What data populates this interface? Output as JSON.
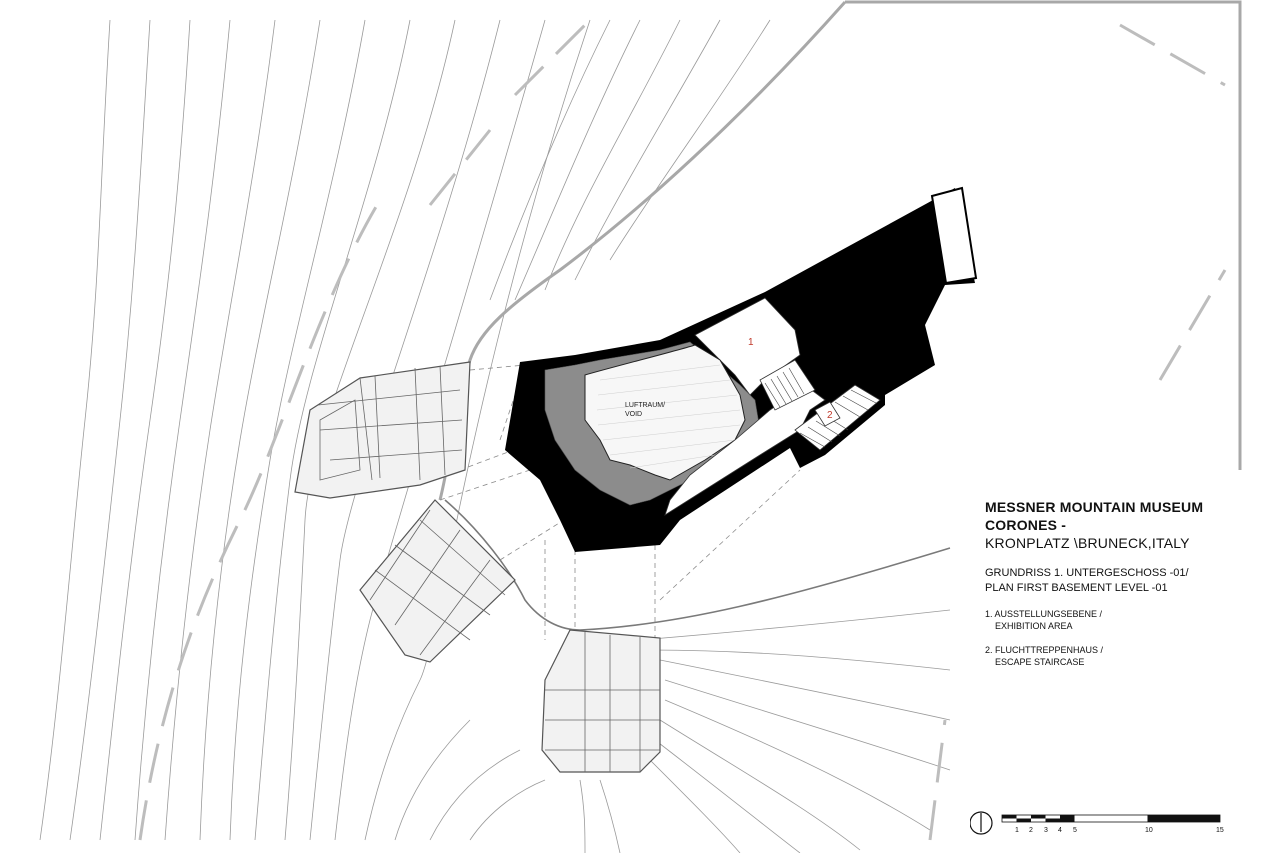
{
  "title": {
    "line1": "MESSNER MOUNTAIN MUSEUM",
    "line2": "CORONES -",
    "line3": "KRONPLATZ \\BRUNECK,ITALY"
  },
  "subtitle": {
    "line1": "GRUNDRISS 1. UNTERGESCHOSS -01/",
    "line2": "PLAN FIRST BASEMENT LEVEL -01"
  },
  "legend": [
    {
      "label": "1. AUSSTELLUNGSEBENE /",
      "sub": "EXHIBITION AREA"
    },
    {
      "label": "2. FLUCHTTREPPENHAUS /",
      "sub": "ESCAPE STAIRCASE"
    }
  ],
  "plan_labels": {
    "void_line1": "LUFTRAUM/",
    "void_line2": "VOID",
    "room1": "1",
    "room2": "2"
  },
  "scale_bar": {
    "ticks": [
      "1",
      "2",
      "3",
      "4",
      "5",
      "10",
      "15"
    ]
  },
  "icons": {
    "north_arrow": "north-arrow-icon"
  },
  "colors": {
    "walls": "#000000",
    "room_numbers": "#c0392b",
    "contours": "#9a9a9a"
  }
}
